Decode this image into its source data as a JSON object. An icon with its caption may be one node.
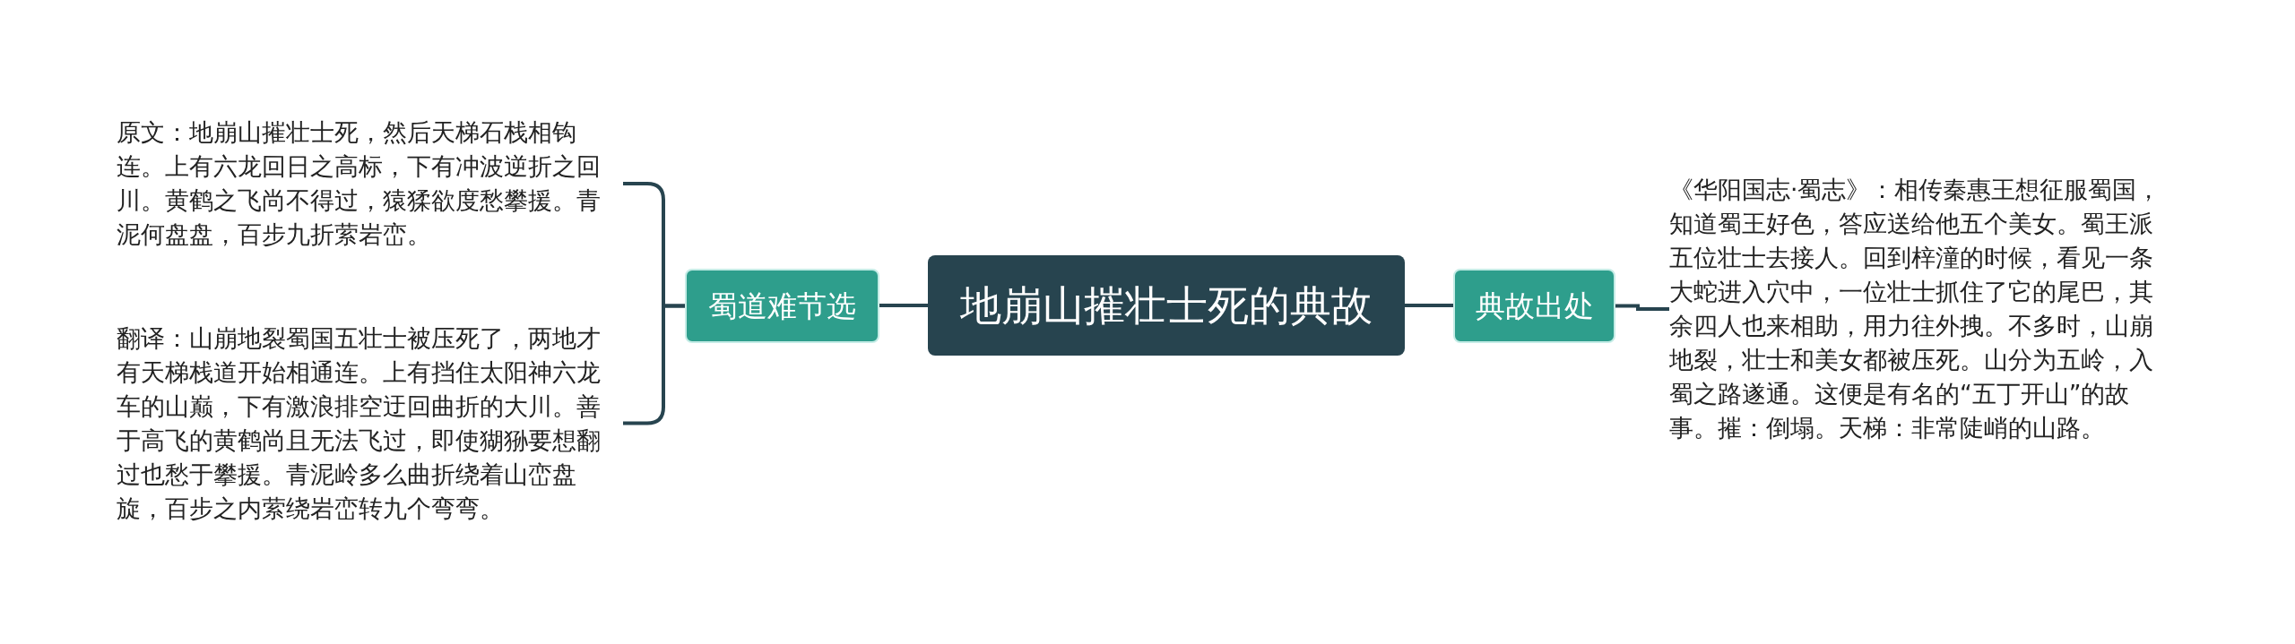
{
  "diagram": {
    "nodes": [
      {
        "text": [
          "地崩山摧壮士死的典故"
        ]
      },
      {
        "text": [
          "蜀道难节选"
        ]
      },
      {
        "text": [
          "典故出处"
        ]
      },
      {
        "text": [
          "原文：地崩山摧壮士死，然后天梯石栈相钩连。上有六龙回日之高标，下有冲波逆折之回川。黄鹤之飞尚不得过，猿猱欲度愁攀援。青泥何盘盘，百步九折萦岩峦。"
        ]
      },
      {
        "text": [
          "翻译：山崩地裂蜀国五壮士被压死了，两地才有天梯栈道开始相通连。上有挡住太阳神六龙车的山巅，下有激浪排空迂回曲折的大川。善于高飞的黄鹤尚且无法飞过，即使猢狲要想翻过也愁于攀援。青泥岭多么曲折绕着山峦盘旋，百步之内萦绕岩峦转九个弯弯。"
        ]
      },
      {
        "text": [
          "《华阳国志·蜀志》：相传秦惠王想征服蜀国，知道蜀王好色，答应送给他五个美女。蜀王派五位壮士去接人。回到梓潼的时候，看见一条大蛇进入穴中，一位壮士抓住了它的尾巴，其余四人也来相助，用力往外拽。不多时，山崩地裂，壮士和美女都被压死。山分为五岭，入蜀之路遂通。这便是有名的“五丁开山”的故事。摧：倒塌。天梯：非常陡峭的山路。"
        ]
      }
    ],
    "edges": [
      {
        "from": 0,
        "to": 1,
        "arrow": "none"
      },
      {
        "from": 1,
        "to": 3,
        "arrow": "none"
      },
      {
        "from": 1,
        "to": 4,
        "arrow": "none"
      },
      {
        "from": 0,
        "to": 2,
        "arrow": "none"
      },
      {
        "from": 2,
        "to": 5,
        "arrow": "none"
      }
    ]
  }
}
